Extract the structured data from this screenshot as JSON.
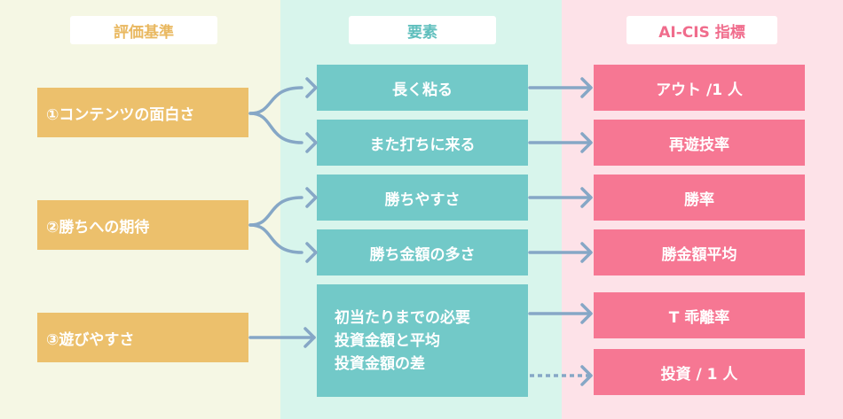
{
  "headers": {
    "criteria": "評価基準",
    "elements": "要素",
    "indicators": "AI-CIS 指標"
  },
  "criteria": [
    "①コンテンツの面白さ",
    "②勝ちへの期待",
    "③遊びやすさ"
  ],
  "elements": [
    "長く粘る",
    "また打ちに来る",
    "勝ちやすさ",
    "勝ち金額の多さ"
  ],
  "element_multi": [
    "初当たりまでの必要",
    "投資金額と平均",
    "投資金額の差"
  ],
  "indicators": [
    "アウト /1 人",
    "再遊技率",
    "勝率",
    "勝金額平均",
    "T 乖離率",
    "投資 / 1 人"
  ],
  "colors": {
    "criteria_box": "#ecc06c",
    "element_box": "#72c9c8",
    "indicator_box": "#f67793",
    "arrow": "#86a7c6",
    "criteria_header_text": "#e9b860",
    "elements_header_text": "#5fbfbd",
    "indicators_header_text": "#f06c8c"
  }
}
